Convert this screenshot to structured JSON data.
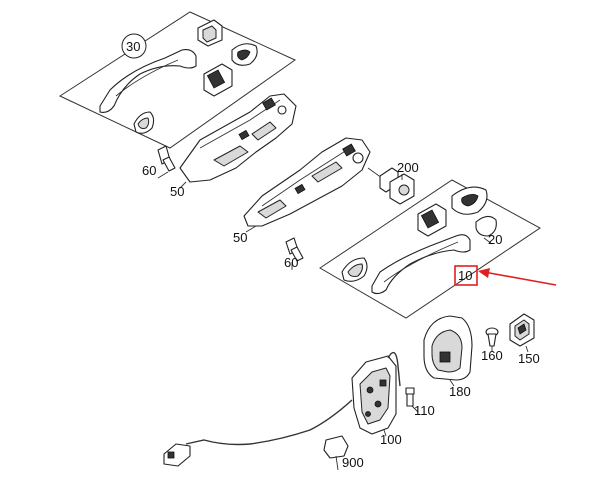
{
  "callouts": {
    "c30": "30",
    "c60a": "60",
    "c50a": "50",
    "c200": "200",
    "c50b": "50",
    "c20": "20",
    "c60b": "60",
    "c10": "10",
    "c160": "160",
    "c150": "150",
    "c180": "180",
    "c110": "110",
    "c100": "100",
    "c900": "900"
  },
  "highlight": {
    "color": "#e02020",
    "part": "10"
  }
}
